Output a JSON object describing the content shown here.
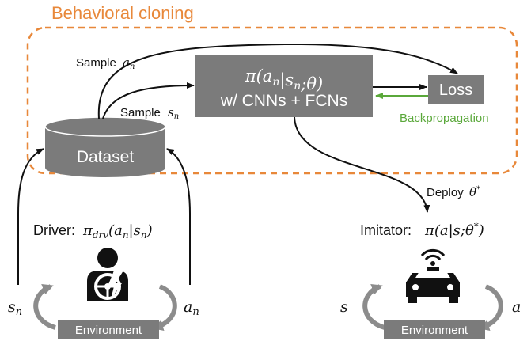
{
  "title": "Behavioral cloning",
  "policy_box": {
    "line1": "π(a_n|s_n;θ)",
    "line2": "w/ CNNs + FCNs"
  },
  "loss_label": "Loss",
  "backprop_label": "Backpropagation",
  "dataset_label": "Dataset",
  "sample_a_label": "Sample",
  "sample_a_var": "a_n",
  "sample_s_label": "Sample",
  "sample_s_var": "s_n",
  "deploy_label": "Deploy",
  "deploy_var": "θ*",
  "driver_label": "Driver:",
  "driver_policy": "π_drv(a_n|s_n)",
  "imitator_label": "Imitator:",
  "imitator_policy": "π(a|s;θ*)",
  "env_left": "Environment",
  "env_right": "Environment",
  "var_s_n": "s_n",
  "var_a_n": "a_n",
  "var_s": "s",
  "var_a": "a",
  "icons": [
    "driver-icon",
    "autonomous-car-icon"
  ],
  "colors": {
    "accent_orange": "#e8883a",
    "box_gray": "#7b7b7b",
    "backprop_green": "#5aa83a",
    "cycle_gray": "#8c8c8c"
  }
}
